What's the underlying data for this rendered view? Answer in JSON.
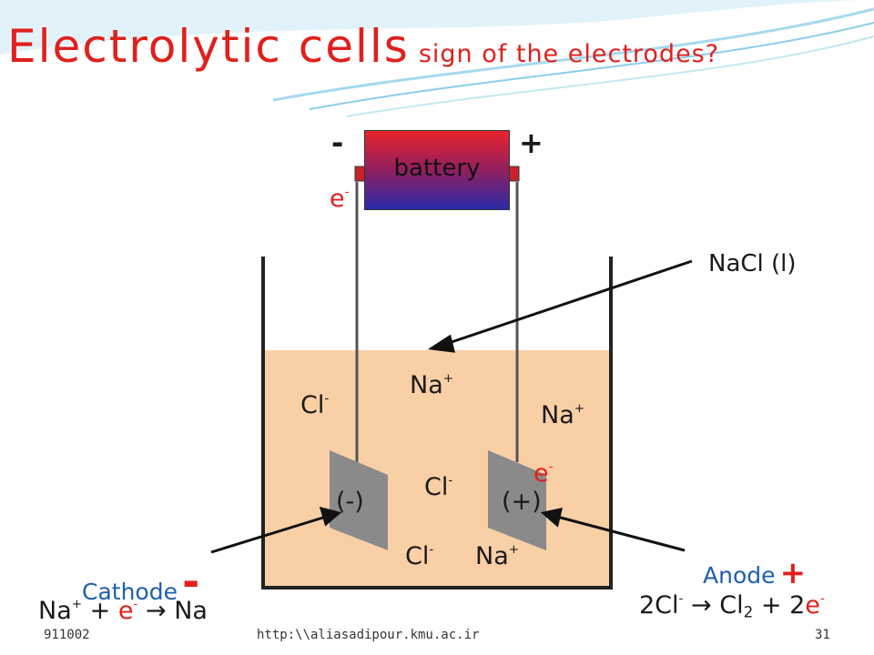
{
  "title": {
    "main": "Electrolytic cells",
    "sub": "sign of the electrodes?"
  },
  "battery": {
    "label": "battery",
    "neg_sign": "-",
    "pos_sign": "+"
  },
  "electron_top": {
    "base": "e",
    "sup": "-"
  },
  "electrolyte_label": "NaCl (l)",
  "ions": {
    "cl1": {
      "base": "Cl",
      "sup": "-"
    },
    "cl2": {
      "base": "Cl",
      "sup": "-"
    },
    "cl3": {
      "base": "Cl",
      "sup": "-"
    },
    "na1": {
      "base": "Na",
      "sup": "+"
    },
    "na2": {
      "base": "Na",
      "sup": "+"
    },
    "na3": {
      "base": "Na",
      "sup": "+"
    }
  },
  "electron_anode": {
    "base": "e",
    "sup": "-"
  },
  "electrodes": {
    "cathode_sign": "(-)",
    "anode_sign": "(+)"
  },
  "cathode": {
    "label": "Cathode",
    "sign": "-",
    "reaction": {
      "na": "Na",
      "na_sup": "+",
      "plus": "+",
      "e": "e",
      "e_sup": "-",
      "arrow": "→",
      "product": "Na"
    }
  },
  "anode": {
    "label": "Anode",
    "sign": "+",
    "reaction": {
      "reactant": "2Cl",
      "reactant_sup": "-",
      "arrow": "→",
      "cl": "Cl",
      "cl_sub": "2",
      "plus": "+",
      "coef": "2",
      "e": "e",
      "e_sup": "-"
    }
  },
  "footer": {
    "left": "911002",
    "center": "http:\\\\aliasadipour.kmu.ac.ir",
    "right": "31"
  },
  "colors": {
    "title": "#e0201c",
    "label_blue": "#1f5fb0",
    "electrolyte": "#f9cfa6",
    "electrode": "#8a8a8a"
  }
}
